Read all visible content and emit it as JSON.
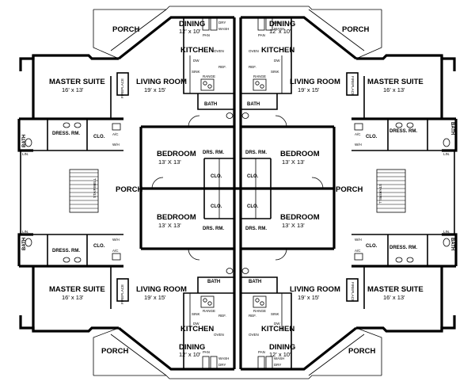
{
  "labels": {
    "porch": "PORCH",
    "dining": "DINING",
    "dining_dim": "12' x 10'",
    "kitchen": "KITCHEN",
    "living": "LIVING ROOM",
    "living_dim": "19' x 15'",
    "master": "MASTER SUITE",
    "master_dim": "16' x 13'",
    "bedroom": "BEDROOM",
    "bedroom_dim": "13' X 13'",
    "bath": "BATH",
    "dress": "DRESS. RM.",
    "drs": "DRS. RM.",
    "clo": "CLO.",
    "fireplace": "FIREPLACE",
    "stairwell": "STAIRWELL",
    "range": "RANGE",
    "oven": "OVEN",
    "ref": "REF.",
    "dw": "DW",
    "sink": "SINK",
    "pan": "PAN",
    "dry": "DRY",
    "wash": "WASH",
    "ac": "A/C",
    "wh": "W/H",
    "lin": "LIN."
  }
}
